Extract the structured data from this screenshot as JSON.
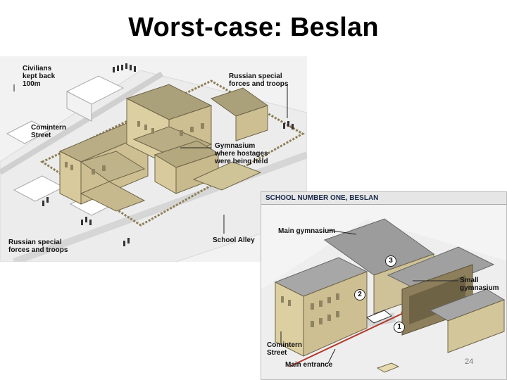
{
  "slide": {
    "title": "Worst-case: Beslan",
    "page_number": "24"
  },
  "map_overview": {
    "labels": {
      "civilians": "Civilians\nkept back\n100m",
      "forces_top": "Russian special\nforces and troops",
      "comintern": "Comintern\nStreet",
      "gymnasium": "Gymnasium\nwhere hostages\nwere being held",
      "forces_bottom": "Russian special\nforces and troops",
      "alley": "School Alley"
    }
  },
  "map_detail": {
    "header": "SCHOOL NUMBER ONE, BESLAN",
    "labels": {
      "main_gym": "Main gymnasium",
      "small_gym": "Small\ngymnasium",
      "comintern": "Comintern\nStreet",
      "main_entrance": "Main entrance"
    },
    "markers": [
      "1",
      "2",
      "3"
    ]
  }
}
